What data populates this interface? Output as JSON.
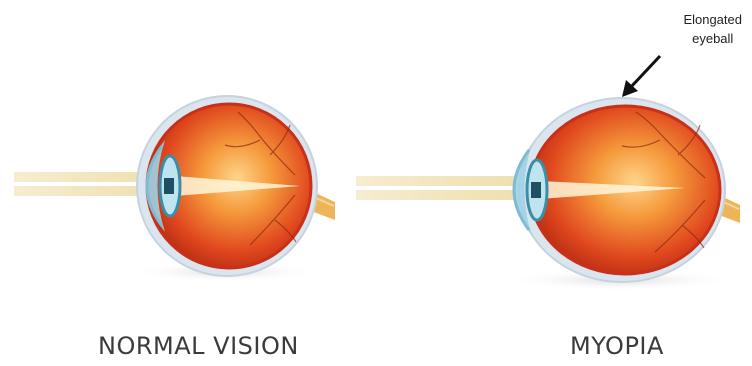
{
  "diagram": {
    "panels": [
      {
        "caption": "NORMAL VISION"
      },
      {
        "caption": "MYOPIA"
      }
    ],
    "annotation": {
      "line1": "Elongated",
      "line2": "eyeball"
    },
    "colors": {
      "light_ray": "#f3e6bf",
      "sclera": "#d9e4ee",
      "eyeball": "#e0481e",
      "cornea": "#9ed2e4",
      "lens": "#3a8ea8",
      "optic_nerve": "#eeb45a",
      "arrow": "#111111",
      "caption": "#3b3b3b"
    }
  }
}
